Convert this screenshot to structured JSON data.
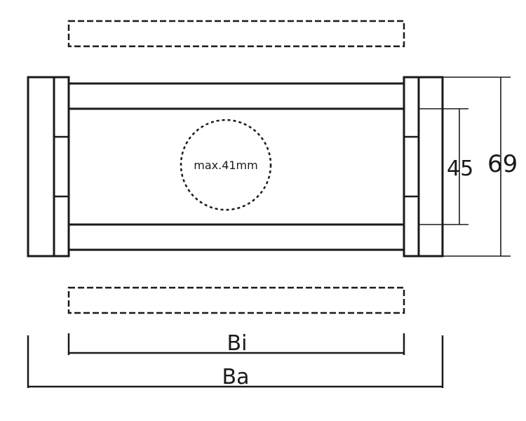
{
  "diagram": {
    "labels": {
      "hole_note": "max.41mm",
      "inner_height": "45",
      "outer_height": "69",
      "inner_width": "Bi",
      "outer_width": "Ba"
    },
    "colors": {
      "line": "#1a1a1a",
      "background": "#ffffff"
    }
  }
}
